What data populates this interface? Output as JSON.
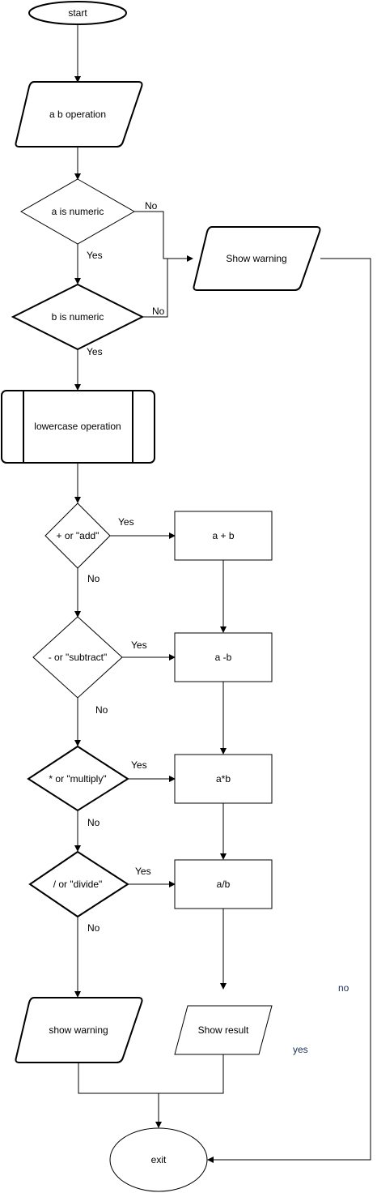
{
  "flowchart": {
    "nodes": {
      "start": "start",
      "input": "a b operation",
      "a_numeric": "a is numeric",
      "b_numeric": "b is numeric",
      "warning_top": "Show warning",
      "lowercase": "lowercase operation",
      "add_check": "+ or \"add\"",
      "sub_check": "- or \"subtract\"",
      "mul_check": "* or \"multiply\"",
      "div_check": "/ or \"divide\"",
      "add_result": "a + b",
      "sub_result": "a -b",
      "mul_result": "a*b",
      "div_result": "a/b",
      "warning_bottom": "show warning",
      "show_result": "Show result",
      "exit": "exit"
    },
    "edge_labels": {
      "a_no": "No",
      "a_yes": "Yes",
      "b_no": "No",
      "b_yes": "Yes",
      "add_yes": "Yes",
      "add_no": "No",
      "sub_yes": "Yes",
      "sub_no": "No",
      "mul_yes": "Yes",
      "mul_no": "No",
      "div_yes": "Yes",
      "div_no": "No"
    },
    "notes": {
      "no": "no",
      "yes": "yes"
    }
  }
}
